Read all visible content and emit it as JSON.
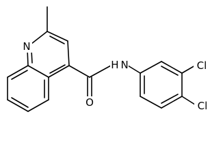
{
  "molecule": {
    "atoms": {
      "nitrogen_ring": "N",
      "amide_nh": "H N",
      "carbonyl_oxygen": "O",
      "chlorine_3": "Cl",
      "chlorine_4": "Cl"
    },
    "colors": {
      "bond": "#000000",
      "label": "#000000",
      "background": "#ffffff"
    }
  }
}
